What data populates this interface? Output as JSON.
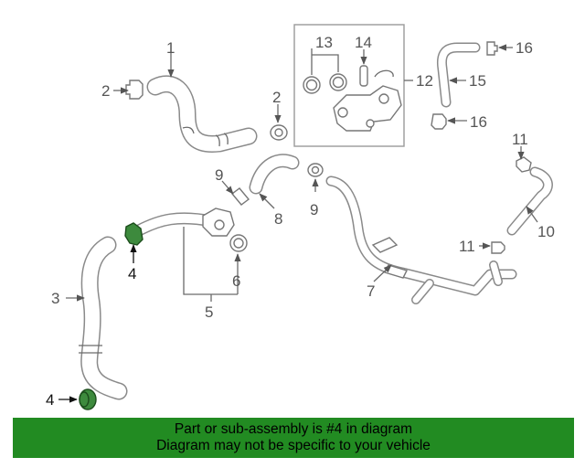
{
  "callouts": {
    "c1": "1",
    "c2a": "2",
    "c2b": "2",
    "c3": "3",
    "c4a": "4",
    "c4b": "4",
    "c5": "5",
    "c6": "6",
    "c7": "7",
    "c8": "8",
    "c9a": "9",
    "c9b": "9",
    "c10": "10",
    "c11a": "11",
    "c11b": "11",
    "c12": "12",
    "c13": "13",
    "c14": "14",
    "c15": "15",
    "c16a": "16",
    "c16b": "16"
  },
  "highlight_color": "#228b22",
  "footer": {
    "line1": "Part or sub-assembly is #4 in diagram",
    "line2": "Diagram may not be specific to your vehicle"
  }
}
